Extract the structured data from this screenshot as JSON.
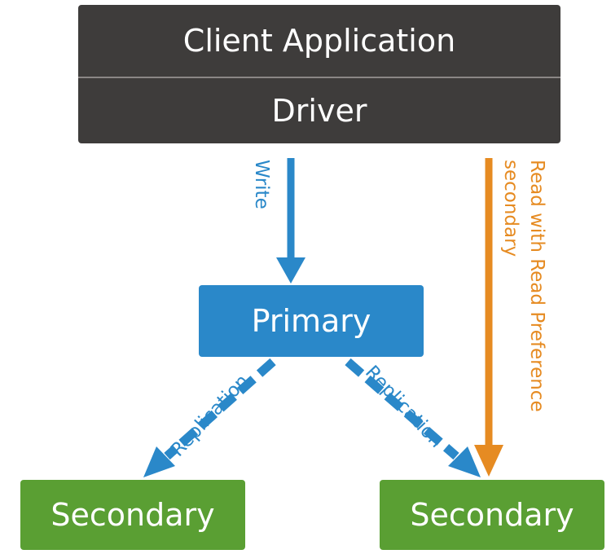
{
  "client": {
    "application_label": "Client Application",
    "driver_label": "Driver"
  },
  "primary": {
    "label": "Primary"
  },
  "secondaries": [
    {
      "label": "Secondary"
    },
    {
      "label": "Secondary"
    }
  ],
  "arrows": {
    "write_label": "Write",
    "read_label_line1": "Read with Read Preference",
    "read_label_line2": "secondary",
    "replication_left_label": "Replication",
    "replication_right_label": "Replication"
  },
  "colors": {
    "client_box": "#3e3c3b",
    "primary_box": "#2a88c9",
    "secondary_box": "#5a9f33",
    "write_arrow": "#2a88c9",
    "read_arrow": "#e68b22",
    "replication_arrow": "#2a88c9"
  }
}
